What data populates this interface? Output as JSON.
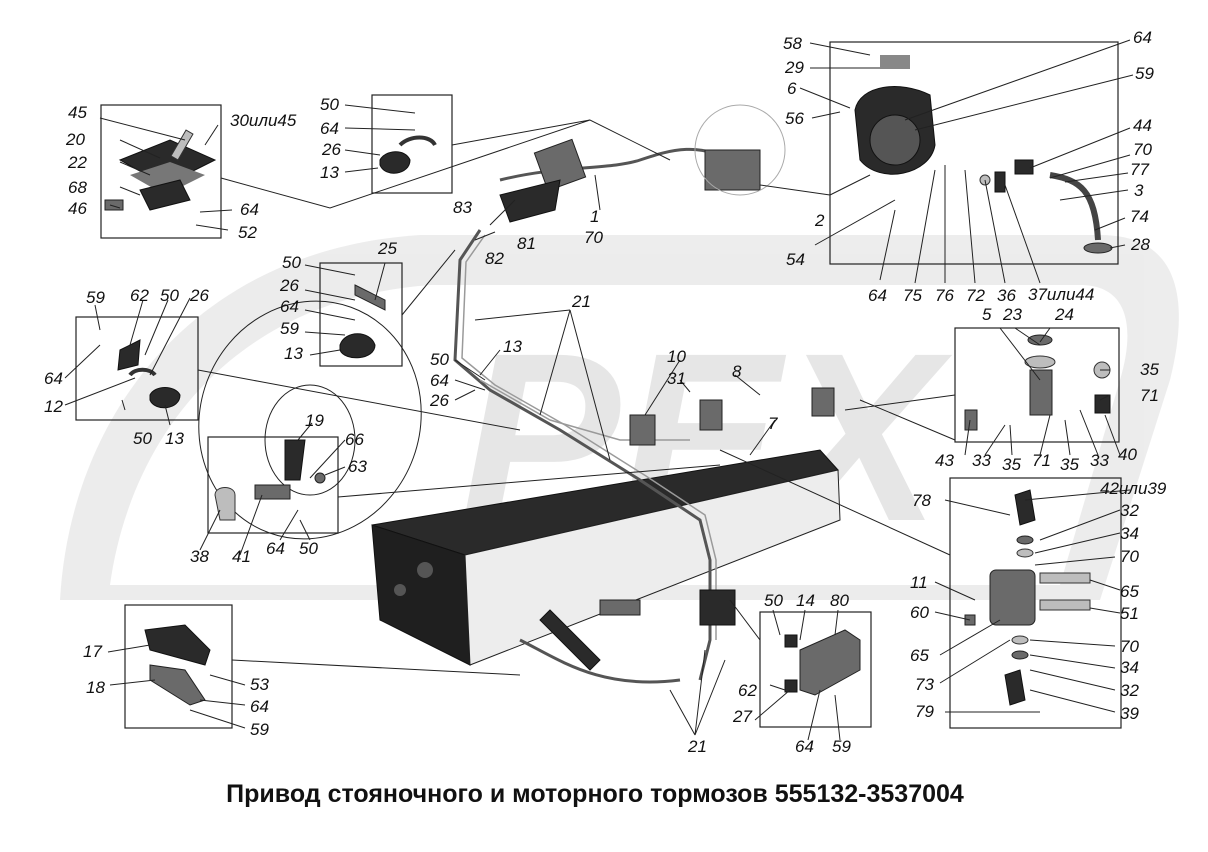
{
  "caption": "Привод стояночного и моторного тормозов 555132-3537004",
  "watermark": "PEX",
  "labels": {
    "l58": "58",
    "l29": "29",
    "l6": "6",
    "l56": "56",
    "l64a": "64",
    "l59a": "59",
    "l44a": "44",
    "l70a": "70",
    "l77": "77",
    "l3": "3",
    "l74": "74",
    "l28": "28",
    "l2": "2",
    "l54": "54",
    "l64b": "64",
    "l75": "75",
    "l76": "76",
    "l72": "72",
    "l36": "36",
    "l37": "37или44",
    "l45": "45",
    "l30": "30или45",
    "l20": "20",
    "l22": "22",
    "l68": "68",
    "l46": "46",
    "l64c": "64",
    "l52": "52",
    "l50a": "50",
    "l64d": "64",
    "l26a": "26",
    "l13a": "13",
    "l1": "1",
    "l70b": "70",
    "l83": "83",
    "l81": "81",
    "l82": "82",
    "l50b": "50",
    "l25": "25",
    "l26b": "26",
    "l64e": "64",
    "l59b": "59",
    "l13b": "13",
    "l59c": "59",
    "l62a": "62",
    "l50c": "50",
    "l26c": "26",
    "l64f": "64",
    "l12": "12",
    "l50d": "50",
    "l13c": "13",
    "l21a": "21",
    "l13d": "13",
    "l50e": "50",
    "l64g": "64",
    "l26d": "26",
    "l10": "10",
    "l31": "31",
    "l8": "8",
    "l7": "7",
    "l19": "19",
    "l66": "66",
    "l63": "63",
    "l38": "38",
    "l41": "41",
    "l64h": "64",
    "l50f": "50",
    "l5": "5",
    "l23": "23",
    "l24": "24",
    "l35a": "35",
    "l71a": "71",
    "l43": "43",
    "l33a": "33",
    "l35b": "35",
    "l71b": "71",
    "l35c": "35",
    "l33b": "33",
    "l40": "40",
    "l42": "42или39",
    "l78": "78",
    "l32a": "32",
    "l34a": "34",
    "l70c": "70",
    "l65a": "65",
    "l11": "11",
    "l51": "51",
    "l60": "60",
    "l70d": "70",
    "l65b": "65",
    "l34b": "34",
    "l73": "73",
    "l32b": "32",
    "l79": "79",
    "l39": "39",
    "l17": "17",
    "l18": "18",
    "l53": "53",
    "l64i": "64",
    "l59d": "59",
    "l50g": "50",
    "l14": "14",
    "l80": "80",
    "l62b": "62",
    "l27": "27",
    "l64j": "64",
    "l59e": "59",
    "l21b": "21"
  }
}
